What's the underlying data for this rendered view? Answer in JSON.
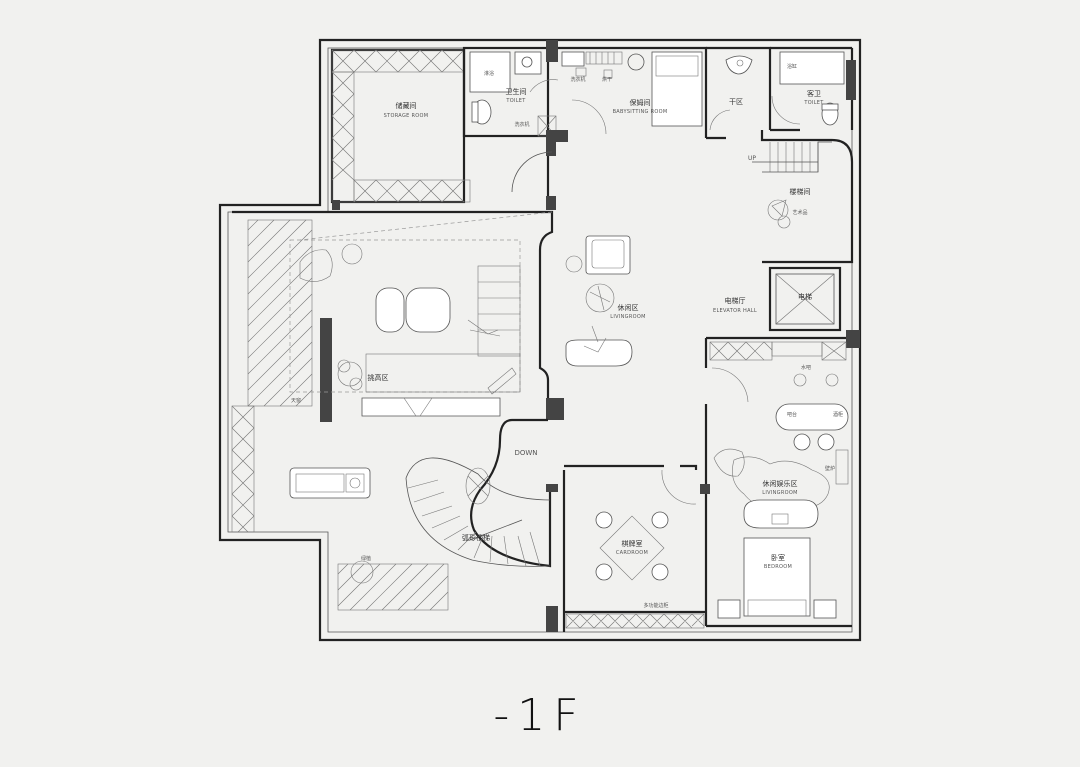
{
  "floor": "-1F",
  "rooms": {
    "storage": {
      "cn": "储藏间",
      "en": "STORAGE ROOM"
    },
    "toilet": {
      "cn": "卫生间",
      "en": "TOILET"
    },
    "babysitting": {
      "cn": "保姆间",
      "en": "BABYSITTING ROOM"
    },
    "dry_zone": {
      "cn": "干区"
    },
    "guest_toilet": {
      "cn": "客卫",
      "en": "TOILET"
    },
    "stairwell": {
      "cn": "楼梯间"
    },
    "living_room": {
      "cn": "休闲区",
      "en": "LIVINGROOM"
    },
    "elevator_hall": {
      "cn": "电梯厅",
      "en": "ELEVATOR HALL"
    },
    "elevator": {
      "cn": "电梯"
    },
    "climbing_zone": {
      "cn": "挑高区"
    },
    "card_room": {
      "cn": "棋牌室",
      "en": "CARDROOM"
    },
    "leisure_room": {
      "cn": "休闲娱乐区",
      "en": "LIVINGROOM"
    },
    "bedroom": {
      "cn": "卧室",
      "en": "BEDROOM"
    },
    "arc_stair": {
      "cn": "弧形楼梯"
    }
  },
  "annotations": {
    "up": "UP",
    "down": "DOWN",
    "shower": "淋浴",
    "washbasin": "洗衣机",
    "dryer": "烘干",
    "sink": "浴缸",
    "laundry": "洗衣机",
    "art": "艺术品",
    "water_bar": "水吧",
    "wine": "酒柜",
    "bar": "吧台",
    "fireplace": "壁炉",
    "card_cabinet": "多功能边柜",
    "skylight": "天窗",
    "tree": "绿植"
  }
}
